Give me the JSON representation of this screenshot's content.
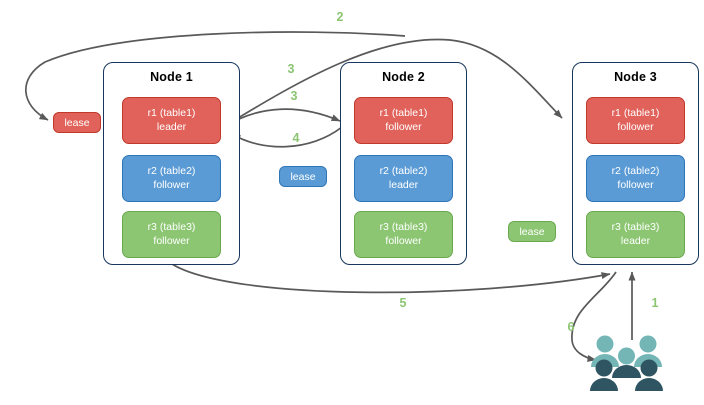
{
  "diagram": {
    "title": "",
    "colors": {
      "red": "#e0625a",
      "blue": "#5b9bd5",
      "green": "#8cc673",
      "node_border": "#17365d",
      "edge": "#595959",
      "label": "#8cc673",
      "people_light": "#74b6b6",
      "people_dark": "#2f5562"
    },
    "nodes": [
      {
        "title": "Node 1",
        "replicas": [
          {
            "line1": "r1 (table1)",
            "line2": "leader",
            "color": "red"
          },
          {
            "line1": "r2 (table2)",
            "line2": "follower",
            "color": "blue"
          },
          {
            "line1": "r3 (table3)",
            "line2": "follower",
            "color": "green"
          }
        ]
      },
      {
        "title": "Node 2",
        "replicas": [
          {
            "line1": "r1 (table1)",
            "line2": "follower",
            "color": "red"
          },
          {
            "line1": "r2 (table2)",
            "line2": "leader",
            "color": "blue"
          },
          {
            "line1": "r3 (table3)",
            "line2": "follower",
            "color": "green"
          }
        ]
      },
      {
        "title": "Node 3",
        "replicas": [
          {
            "line1": "r1 (table1)",
            "line2": "follower",
            "color": "red"
          },
          {
            "line1": "r2 (table2)",
            "line2": "follower",
            "color": "blue"
          },
          {
            "line1": "r3 (table3)",
            "line2": "leader",
            "color": "green"
          }
        ]
      }
    ],
    "leases": [
      {
        "label": "lease",
        "color": "red"
      },
      {
        "label": "lease",
        "color": "blue"
      },
      {
        "label": "lease",
        "color": "green"
      }
    ],
    "step_labels": [
      {
        "text": "2"
      },
      {
        "text": "3"
      },
      {
        "text": "3"
      },
      {
        "text": "4"
      },
      {
        "text": "5"
      },
      {
        "text": "1"
      },
      {
        "text": "6"
      }
    ],
    "people_icon": "people-group-icon"
  }
}
